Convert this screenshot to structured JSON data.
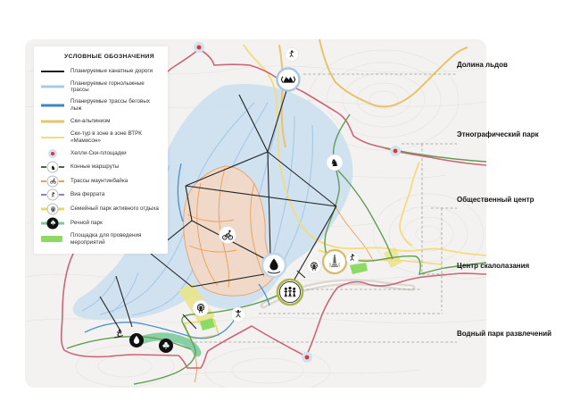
{
  "legend": {
    "title": "УСЛОВНЫЕ ОБОЗНАЧЕНИЯ",
    "items": [
      {
        "id": "cableways",
        "label": "Планируемые канатные дороги",
        "swatch_color": "#1a1a1a"
      },
      {
        "id": "ski-slopes",
        "label": "Планируемые горнолыжные трассы",
        "swatch_color": "#a9cde9"
      },
      {
        "id": "xc-ski",
        "label": "Планируемые трассы беговых лыж",
        "swatch_color": "#3f86c6"
      },
      {
        "id": "ski-alpinism",
        "label": "Ски-альпинизм",
        "swatch_color": "#e7c469"
      },
      {
        "id": "ski-tour",
        "label": "Ски-тур в зоне в зоне ВТРК «Мамисон»",
        "swatch_color": "#f3dc7d"
      },
      {
        "id": "heli-ski",
        "label": "Хелли-Ски-площадки",
        "swatch_color": "#e63228"
      },
      {
        "id": "horse-routes",
        "label": "Конные маршруты",
        "swatch_color": "#3e6f3e",
        "icon": "horse-icon"
      },
      {
        "id": "mtb",
        "label": "Трассы маунтинбайка",
        "swatch_color": "#ef9d53",
        "icon": "cyclist-icon"
      },
      {
        "id": "via-ferrata",
        "label": "Виа феррата",
        "swatch_color": "#9a7cc0",
        "icon": "climber-icon"
      },
      {
        "id": "family-park",
        "label": "Семейный парк активного отдыха",
        "swatch_color": "#e9d86a",
        "icon": "ferris-wheel-icon"
      },
      {
        "id": "river-park",
        "label": "Речной парк",
        "swatch_color": "#7ccb9d",
        "icon": "clover-icon"
      },
      {
        "id": "events-area",
        "label": "Площадка для проведения мероприятий",
        "swatch_color": "#8ddb64"
      }
    ]
  },
  "zones": [
    {
      "label": "Долина льдов"
    },
    {
      "label": "Этнографический парк"
    },
    {
      "label": "Общественный центр"
    },
    {
      "label": "Центр скалолазания"
    },
    {
      "label": "Водный парк развлечений"
    }
  ],
  "map": {
    "markers": [
      "ski-mountaineering",
      "ice-valley",
      "horse-riding",
      "mountain-bike-park",
      "waterfalls",
      "ferris-wheel-upper",
      "monument",
      "climbing-center",
      "family-activity-park",
      "acrobatics",
      "ferris-wheel-lower",
      "freeride-ski",
      "water-point",
      "river-park"
    ],
    "route_colors": {
      "road": "#cb6577",
      "green_route": "#5f9e53",
      "ski_tour": "#f3dc7d",
      "ski_alpinism": "#e7c469",
      "xc_ski": "#4a90d0",
      "mtb": "#ef9d53",
      "cableway": "#222222",
      "heli_pad": "#e63228"
    }
  }
}
